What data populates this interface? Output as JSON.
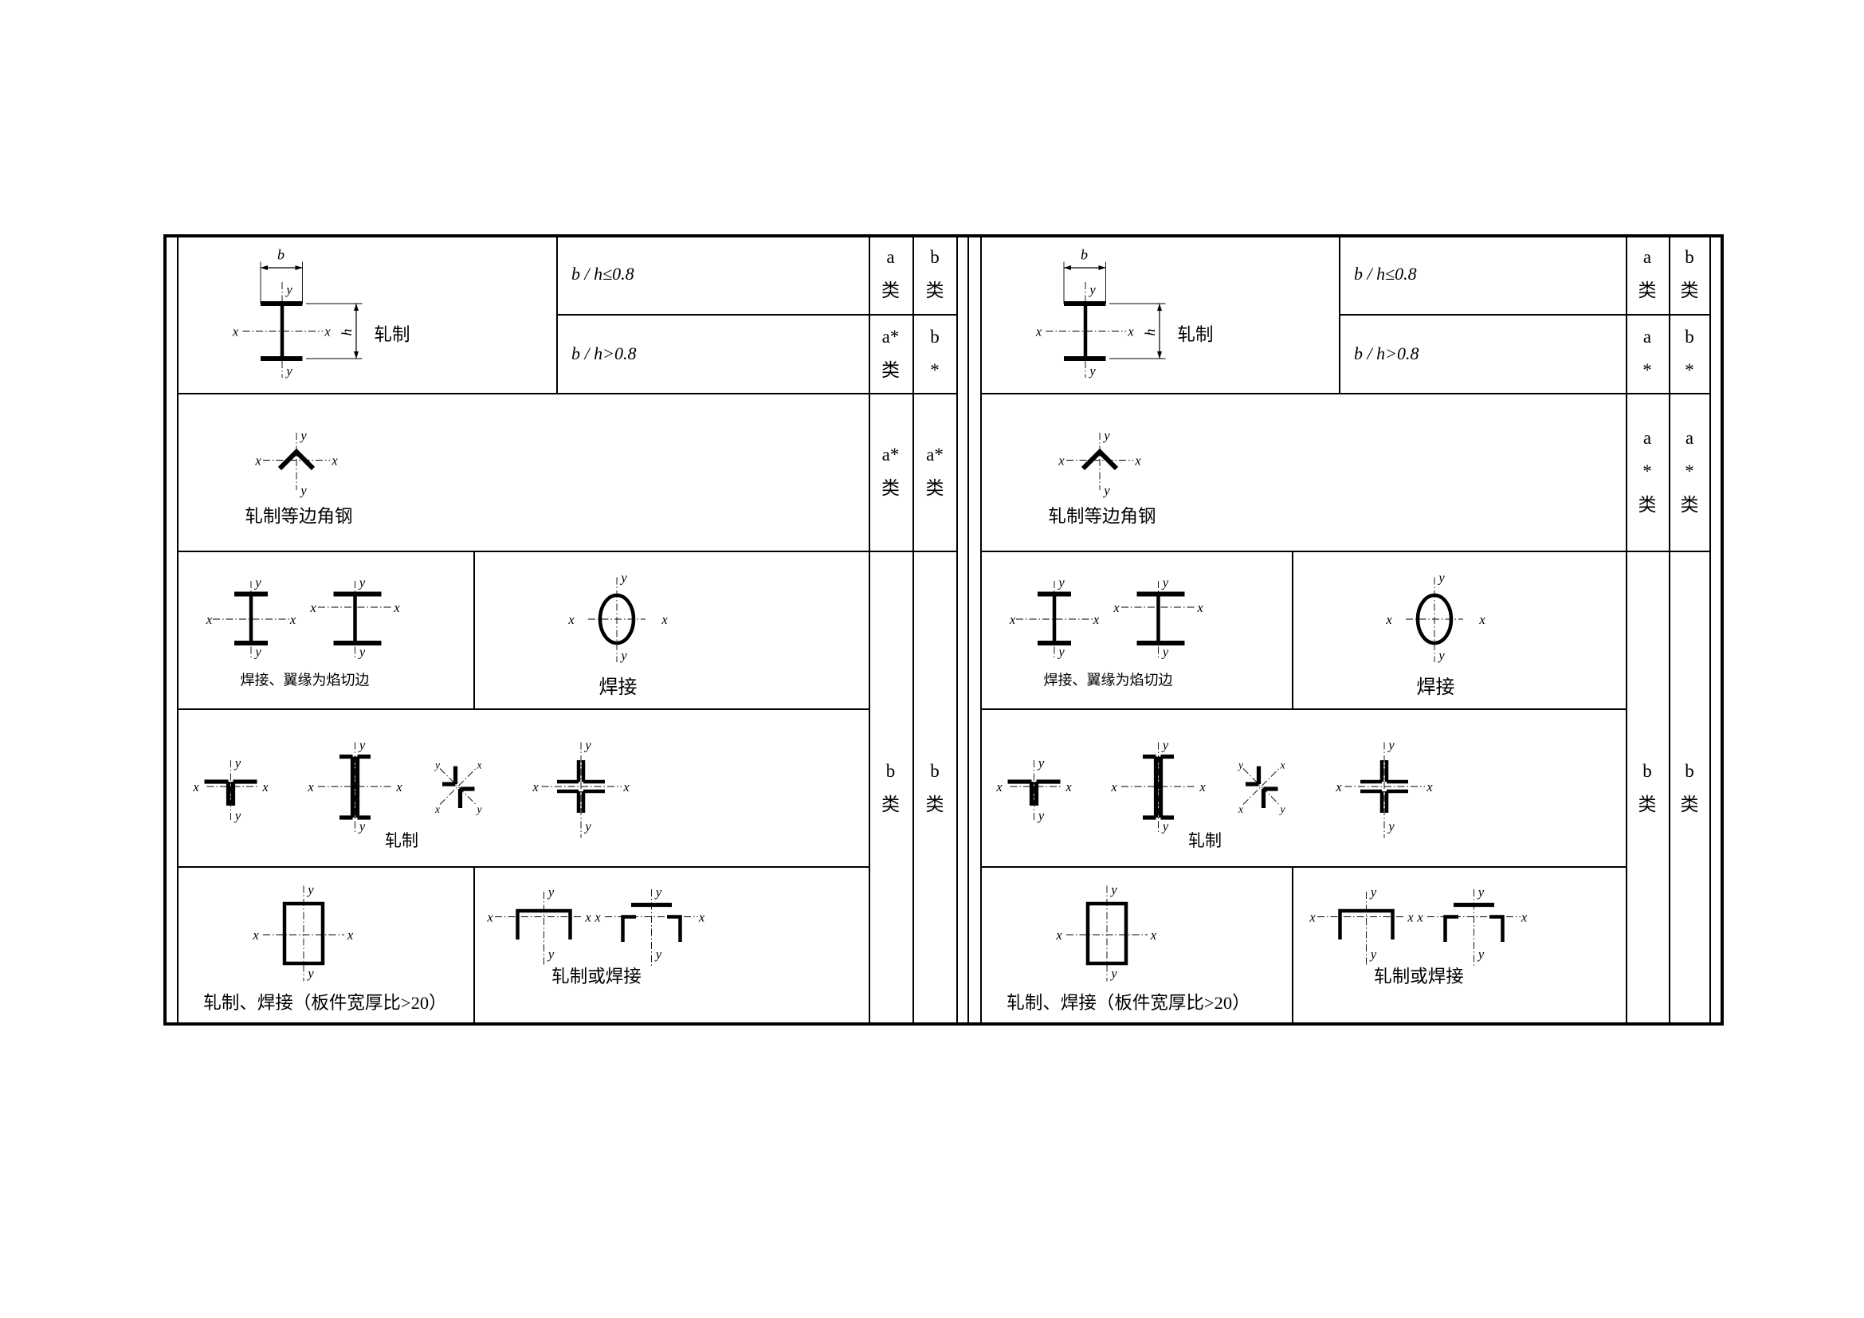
{
  "axis": {
    "x": "x",
    "y": "y",
    "b": "b",
    "h": "h"
  },
  "panels": [
    {
      "row1": {
        "label": "轧制",
        "conditions": [
          "b / h≤0.8",
          "b / h>0.8"
        ],
        "class_x": [
          [
            "a",
            "类"
          ],
          [
            "a*",
            "类"
          ]
        ],
        "class_y": [
          [
            "b",
            "类"
          ],
          [
            "b",
            "*"
          ]
        ]
      },
      "row2": {
        "label": "轧制等边角钢",
        "class_x": [
          "a*",
          "类"
        ],
        "class_y": [
          "a*",
          "类"
        ]
      },
      "row3": {
        "label_left": "焊接、翼缘为焰切边",
        "label_right": "焊接"
      },
      "row4": {
        "label": "轧制"
      },
      "row5": {
        "label_left": "轧制、焊接（板件宽厚比>20）",
        "label_right": "轧制或焊接"
      },
      "rows3_5": {
        "class_x": [
          "b",
          "类"
        ],
        "class_y": [
          "b",
          "类"
        ]
      }
    },
    {
      "row1": {
        "label": "轧制",
        "conditions": [
          "b / h≤0.8",
          "b / h>0.8"
        ],
        "class_x": [
          [
            "a",
            "类"
          ],
          [
            "a",
            "*"
          ]
        ],
        "class_y": [
          [
            "b",
            "类"
          ],
          [
            "b",
            "*"
          ]
        ]
      },
      "row2": {
        "label": "轧制等边角钢",
        "class_x": [
          "a",
          "*",
          "类"
        ],
        "class_y": [
          "a",
          "*",
          "类"
        ]
      },
      "row3": {
        "label_left": "焊接、翼缘为焰切边",
        "label_right": "焊接"
      },
      "row4": {
        "label": "轧制"
      },
      "row5": {
        "label_left": "轧制、焊接（板件宽厚比>20）",
        "label_right": "轧制或焊接"
      },
      "rows3_5": {
        "class_x": [
          "b",
          "类"
        ],
        "class_y": [
          "b",
          "类"
        ]
      }
    }
  ]
}
